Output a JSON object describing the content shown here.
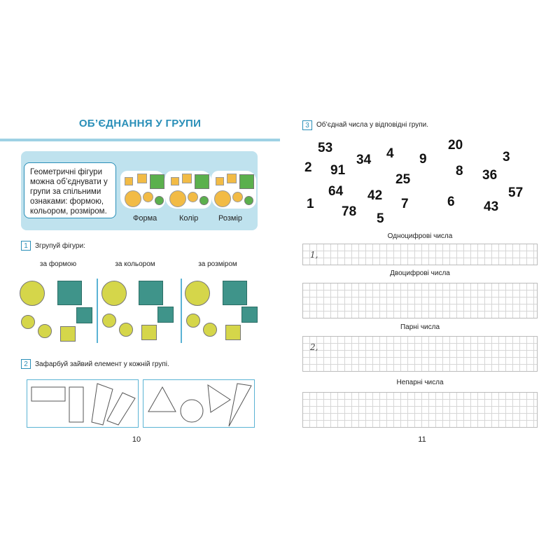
{
  "left_page": {
    "title": "ОБ’ЄДНАННЯ У ГРУПИ",
    "info_text": "Геометричні фігури можна об’єднувати у групи за спільними ознаками: формою, кольором, розміром.",
    "example_captions": [
      "Форма",
      "Колір",
      "Розмір"
    ],
    "task1": {
      "badge": "1",
      "text": "Згрупуй фігури:",
      "columns": [
        "за формою",
        "за кольором",
        "за розміром"
      ]
    },
    "task2": {
      "badge": "2",
      "text": "Зафарбуй зайвий елемент у кожній групі."
    },
    "page_number": "10"
  },
  "right_page": {
    "task3": {
      "badge": "3",
      "text": "Об’єднай числа у відповідні групи."
    },
    "numbers": [
      "53",
      "20",
      "3",
      "4",
      "34",
      "9",
      "2",
      "91",
      "8",
      "36",
      "25",
      "64",
      "42",
      "57",
      "1",
      "7",
      "6",
      "43",
      "78",
      "5"
    ],
    "groups": [
      {
        "label": "Одноцифрові числа",
        "handwritten": "1,"
      },
      {
        "label": "Двоцифрові числа",
        "handwritten": ""
      },
      {
        "label": "Парні числа",
        "handwritten": "2,"
      },
      {
        "label": "Непарні числа",
        "handwritten": ""
      }
    ],
    "page_number": "11"
  },
  "colors": {
    "accent": "#2a8fb8",
    "rule": "#9ed1e4",
    "panel": "#bfe2ee",
    "yellow_green": "#d5d64a",
    "teal": "#3f948a",
    "orange": "#f2bb45",
    "green": "#5bb04d"
  }
}
